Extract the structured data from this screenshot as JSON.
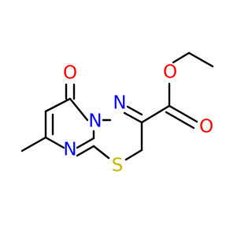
{
  "molecule": {
    "atoms": {
      "carbonyl_oxygen": "O",
      "ring_nitrogen_bridge": "N",
      "ring_nitrogen_imine": "N",
      "ring_nitrogen_pyrimidine": "N",
      "sulfur": "S",
      "ester_ether_oxygen": "O",
      "ester_carbonyl_oxygen": "O"
    },
    "colors": {
      "oxygen": "#ff0000",
      "nitrogen": "#0000ff",
      "sulfur": "#c8b400",
      "bond": "#000000"
    }
  }
}
